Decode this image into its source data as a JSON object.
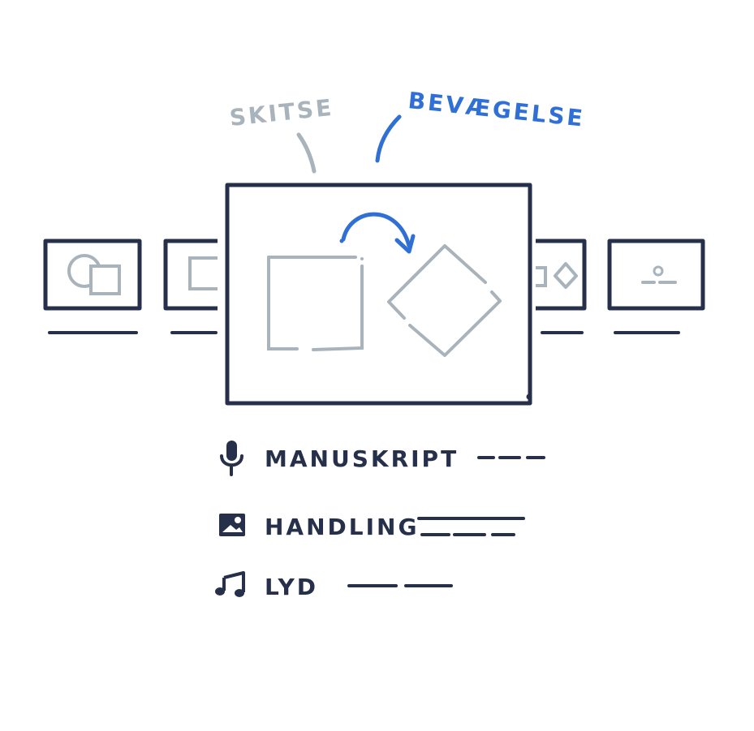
{
  "labels": {
    "sketch": "SKITSE",
    "motion": "BEVÆGELSE"
  },
  "legend": [
    {
      "icon": "microphone-icon",
      "label": "MANUSKRIPT"
    },
    {
      "icon": "image-icon",
      "label": "HANDLING"
    },
    {
      "icon": "music-note-icon",
      "label": "LYD"
    }
  ],
  "colors": {
    "ink": "#26304a",
    "sketch": "#a9b3bb",
    "accent": "#2f6fd6",
    "background": "#ffffff"
  }
}
